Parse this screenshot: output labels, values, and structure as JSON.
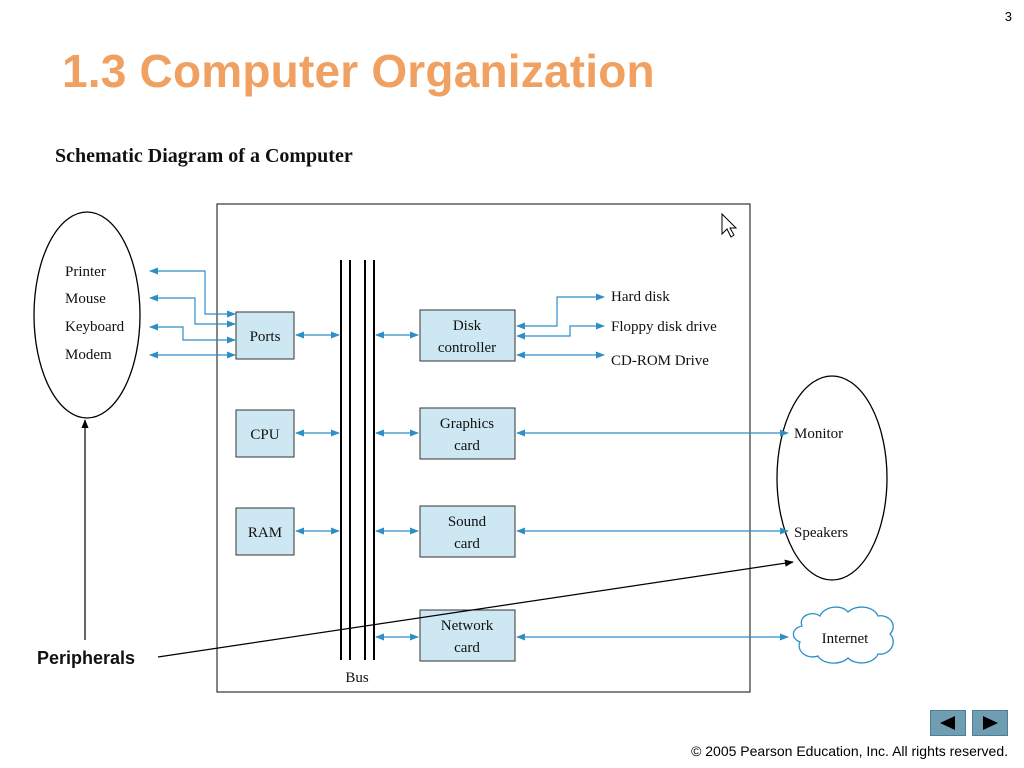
{
  "slide": {
    "number": "3",
    "title": "1.3 Computer Organization",
    "footer": "© 2005 Pearson Education, Inc.  All rights reserved."
  },
  "diagram": {
    "heading": "Schematic Diagram of a Computer",
    "bus_label": "Bus",
    "left_peripherals": [
      "Printer",
      "Mouse",
      "Keyboard",
      "Modem"
    ],
    "boxes": {
      "ports": "Ports",
      "cpu": "CPU",
      "ram": "RAM",
      "disk": [
        "Disk",
        "controller"
      ],
      "graphics": [
        "Graphics",
        "card"
      ],
      "sound": [
        "Sound",
        "card"
      ],
      "network": [
        "Network",
        "card"
      ]
    },
    "drives": [
      "Hard disk",
      "Floppy disk drive",
      "CD-ROM Drive"
    ],
    "right_peripherals": [
      "Monitor",
      "Speakers"
    ],
    "internet": "Internet",
    "peripherals_callout": "Peripherals"
  },
  "colors": {
    "title": "#F0A060",
    "box_fill": "#CDE8F3",
    "arrow": "#2E8FC6",
    "nav": "#6F9EB3"
  },
  "icons": [
    "mouse-cursor-icon",
    "previous-arrow-icon",
    "next-arrow-icon"
  ]
}
